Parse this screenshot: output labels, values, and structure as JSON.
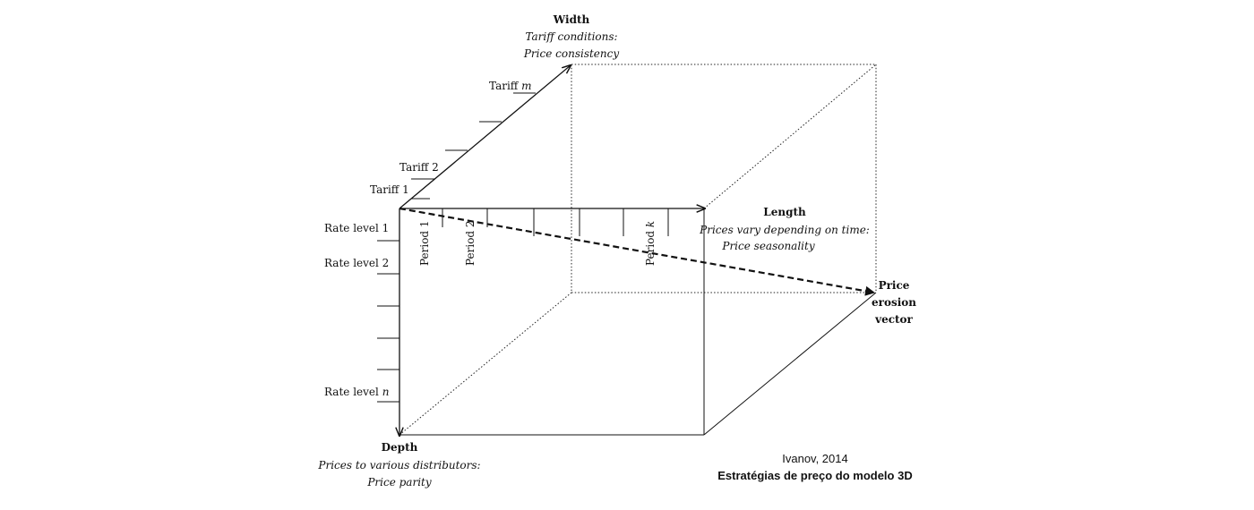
{
  "axes": {
    "width": {
      "title": "Width",
      "subtitle_line1": "Tariff conditions:",
      "subtitle_line2": "Price consistency"
    },
    "length": {
      "title": "Length",
      "subtitle_line1": "Prices vary depending on time:",
      "subtitle_line2": "Price seasonality"
    },
    "depth": {
      "title": "Depth",
      "subtitle_line1": "Prices to various distributors:",
      "subtitle_line2": "Price parity"
    }
  },
  "tariffs": {
    "first": "Tariff 1",
    "second": "Tariff 2",
    "last_prefix": "Tariff ",
    "last_var": "m"
  },
  "rate_levels": {
    "first": "Rate level 1",
    "second": "Rate level 2",
    "last_prefix": "Rate level ",
    "last_var": "n"
  },
  "periods": {
    "first": "Period 1",
    "second": "Period 2",
    "last_prefix": "Period ",
    "last_var": "k"
  },
  "vector": {
    "line1": "Price",
    "line2": "erosion",
    "line3": "vector"
  },
  "credit": {
    "author": "Ivanov, 2014",
    "caption": "Estratégias de preço do modelo 3D"
  }
}
